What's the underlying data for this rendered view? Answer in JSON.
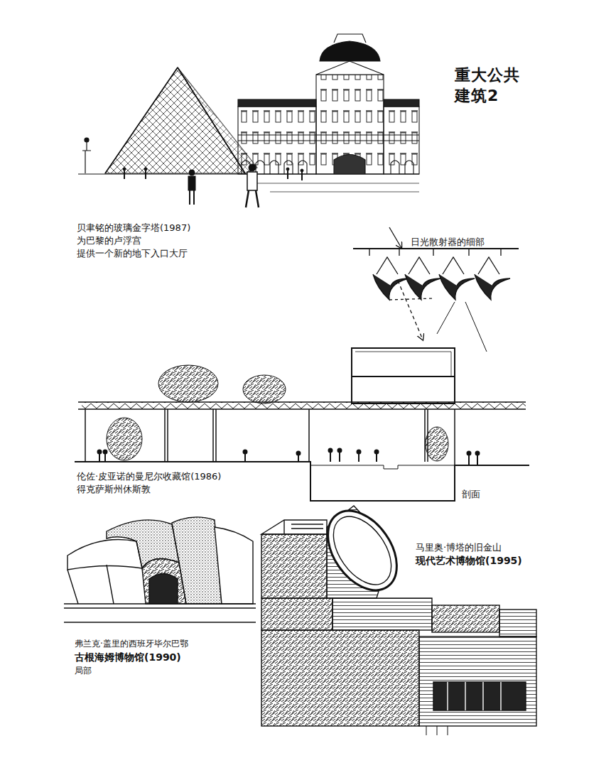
{
  "diagram": {
    "title": "重大公共 建筑2",
    "labels": [
      "贝聿铭的玻璃金字塔(1987)",
      "为巴黎的卢浮宫",
      "提供一个新的地下入口大厅",
      "日光散射器的细部",
      "伦佐·皮亚诺的曼尼尔收藏馆(1986)",
      "得克萨斯州休斯敦",
      "剖面",
      "马里奥·博塔的旧金山",
      "现代艺术博物馆(1995)",
      "弗兰克·盖里的西班牙毕尔巴鄂",
      "古根海姆博物馆(1990)",
      "局部"
    ]
  }
}
